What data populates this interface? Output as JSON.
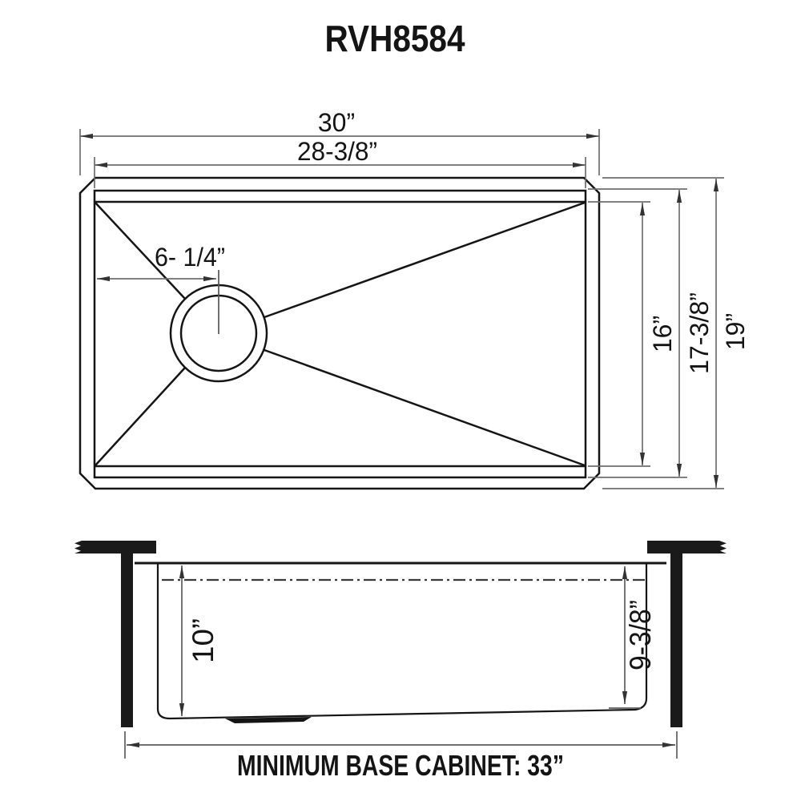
{
  "title": "RVH8584",
  "colors": {
    "background": "#ffffff",
    "shape_line": "#151515",
    "dimension_line": "#6f6f6f",
    "text": "#141414"
  },
  "top_view": {
    "description": "sink plan view with drain offset left of center",
    "dims": {
      "overall_width": "30”",
      "bowl_width": "28-3/8”",
      "drain_offset": "6- 1/4”",
      "bowl_floor_depth": "16”",
      "bowl_depth": "17-3/8”",
      "overall_depth": "19”"
    }
  },
  "side_view": {
    "description": "sink section view inside base cabinet",
    "dims": {
      "bowl_depth_left": "10”",
      "bowl_depth_right": "9-3/8”"
    },
    "note": "MINIMUM BASE CABINET: 33”"
  }
}
